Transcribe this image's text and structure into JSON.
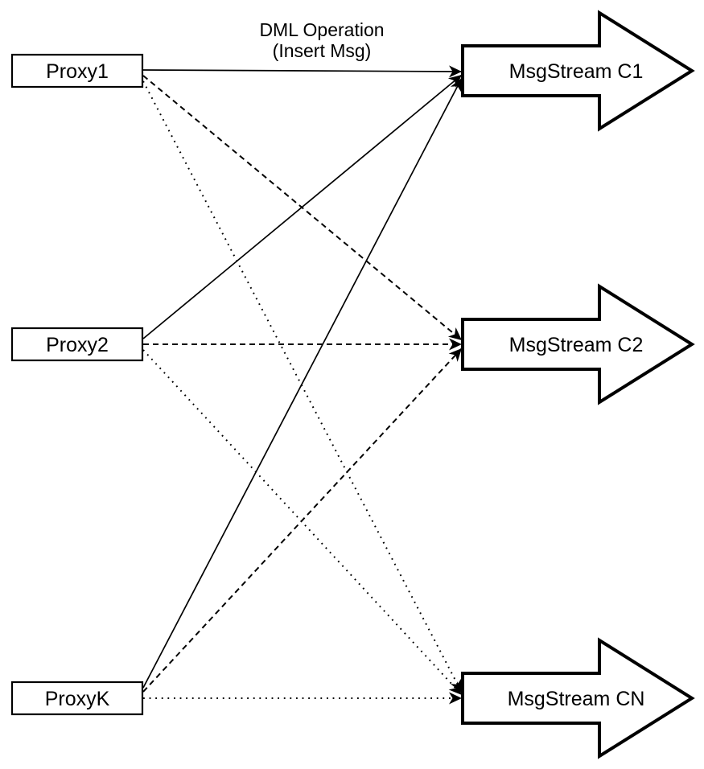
{
  "diagram": {
    "annotation": {
      "line1": "DML Operation",
      "line2": "(Insert Msg)"
    },
    "proxies": [
      {
        "label": "Proxy1"
      },
      {
        "label": "Proxy2"
      },
      {
        "label": "ProxyK"
      }
    ],
    "streams": [
      {
        "label": "MsgStream C1",
        "incoming_line_style": "solid"
      },
      {
        "label": "MsgStream C2",
        "incoming_line_style": "dashed"
      },
      {
        "label": "MsgStream CN",
        "incoming_line_style": "dotted"
      }
    ],
    "edges": [
      {
        "from": "Proxy1",
        "to": "MsgStream C1",
        "style": "solid"
      },
      {
        "from": "Proxy1",
        "to": "MsgStream C2",
        "style": "dashed"
      },
      {
        "from": "Proxy1",
        "to": "MsgStream CN",
        "style": "dotted"
      },
      {
        "from": "Proxy2",
        "to": "MsgStream C1",
        "style": "solid"
      },
      {
        "from": "Proxy2",
        "to": "MsgStream C2",
        "style": "dashed"
      },
      {
        "from": "Proxy2",
        "to": "MsgStream CN",
        "style": "dotted"
      },
      {
        "from": "ProxyK",
        "to": "MsgStream C1",
        "style": "solid"
      },
      {
        "from": "ProxyK",
        "to": "MsgStream C2",
        "style": "dashed"
      },
      {
        "from": "ProxyK",
        "to": "MsgStream CN",
        "style": "dotted"
      }
    ],
    "colors": {
      "stroke": "#000000",
      "fill": "#ffffff",
      "background": "#ffffff"
    }
  }
}
